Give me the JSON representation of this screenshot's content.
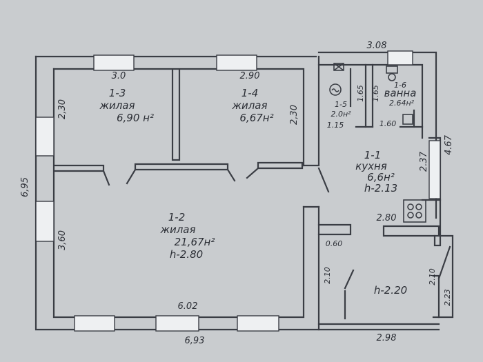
{
  "dimensions": {
    "top_right": "3.08",
    "room13_top": "3.0",
    "room14_top": "2.90",
    "left_total": "6,95",
    "room13_left": "2,30",
    "room14_right": "2,30",
    "room12_left": "3,60",
    "room12_bottom": "6.02",
    "bottom_total": "6,93",
    "bottom_right": "2.98",
    "right_total": "4.67",
    "kitchen_right": "2.37",
    "kitchen_width": "2.80",
    "hall_width": "0.60",
    "hall_height": "2.10",
    "door_right": "2.10",
    "porch": "2.23",
    "closet_a": "1.65",
    "closet_b": "1.65",
    "bath_width": "1.60"
  },
  "rooms": {
    "r13": {
      "id": "1-3",
      "name": "жилая",
      "area": "6,90 н²"
    },
    "r14": {
      "id": "1-4",
      "name": "жилая",
      "area": "6,67н²"
    },
    "r12": {
      "id": "1-2",
      "name": "жилая",
      "area": "21,67н²",
      "height": "h-2.80"
    },
    "r11": {
      "id": "1-1",
      "name": "кухня",
      "area": "6,6н²",
      "height": "h-2.13"
    },
    "r15": {
      "id": "1-5",
      "area": "2.0н²",
      "extra": "1.15"
    },
    "r16": {
      "id": "1-6",
      "name": "ванна",
      "area": "2.64н²"
    },
    "hall": {
      "height": "h-2.20"
    }
  },
  "icons": [
    "boiler-icon",
    "stove-icon",
    "sink-icon",
    "toilet-icon"
  ]
}
